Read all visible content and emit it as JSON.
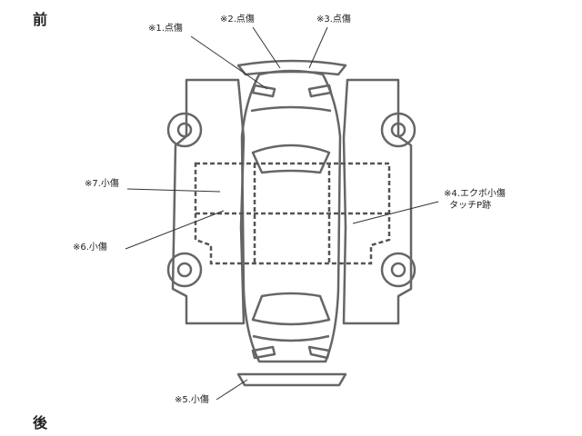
{
  "directions": {
    "front": "前",
    "rear": "後"
  },
  "damage_labels": [
    {
      "text": "※1.点傷"
    },
    {
      "text": "※2.点傷"
    },
    {
      "text": "※3.点傷"
    },
    {
      "text": "※4.エクボ小傷",
      "subtext": "タッチP跡"
    },
    {
      "text": "※5.小傷"
    },
    {
      "text": "※6.小傷"
    },
    {
      "text": "※7.小傷"
    }
  ],
  "colors": {
    "outline": "#666666",
    "dashed": "#555555",
    "text": "#222222"
  }
}
